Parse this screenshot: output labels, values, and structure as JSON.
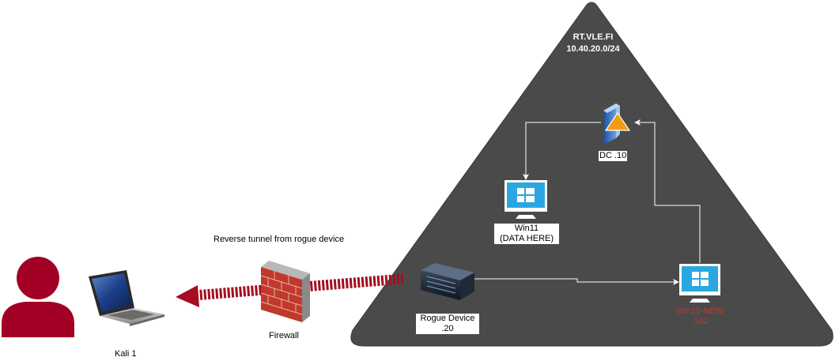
{
  "domain": {
    "name": "RT.VLE.FI",
    "subnet": "10.40.20.0/24"
  },
  "tunnel_label": "Reverse tunnel from rogue device",
  "nodes": {
    "dc": {
      "label": "DC .10",
      "icon": "domain-controller-icon"
    },
    "win11": {
      "label_line1": "Win11",
      "label_line2": "(DATA HERE)",
      "icon": "windows-monitor-icon"
    },
    "rogue": {
      "label_line1": "Rogue Device",
      "label_line2": ".20",
      "icon": "server-icon"
    },
    "win10": {
      "label_line1": "Win10-NEW",
      "label_line2": ".102",
      "icon": "windows-monitor-icon"
    },
    "firewall": {
      "label": "Firewall",
      "icon": "firewall-icon"
    },
    "kali": {
      "label": "Kali 1",
      "icon": "laptop-icon"
    },
    "attacker": {
      "icon": "user-icon"
    }
  },
  "colors": {
    "triangle": "#4a4a4a",
    "tunnel": "#a50e22",
    "user": "#a20025",
    "windows_blue": "#2aa7e0",
    "win10_label": "#c0392b"
  }
}
